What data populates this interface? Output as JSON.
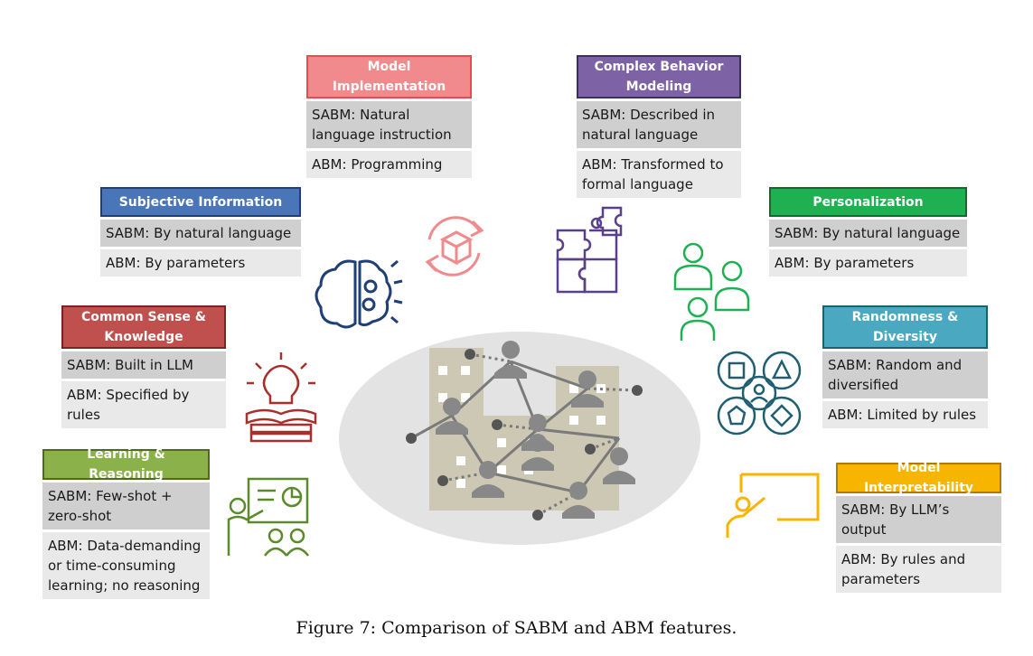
{
  "cards": {
    "model_implementation": {
      "title": "Model Implementation",
      "sabm": "SABM: Natural language instruction",
      "abm": "ABM: Programming",
      "color": "#f08a8c",
      "border": "#e84b52"
    },
    "complex_behavior": {
      "title": "Complex Behavior Modeling",
      "sabm": "SABM: Described in natural language",
      "abm": "ABM: Transformed to formal language",
      "color": "#7d63a6",
      "border": "#3a2f63"
    },
    "subjective_information": {
      "title": "Subjective Information",
      "sabm": "SABM: By natural language",
      "abm": "ABM: By parameters",
      "color": "#4a76b8",
      "border": "#1f3f76"
    },
    "personalization": {
      "title": "Personalization",
      "sabm": "SABM: By natural language",
      "abm": "ABM: By parameters",
      "color": "#1fb052",
      "border": "#0c6e2e"
    },
    "common_sense": {
      "title": "Common Sense & Knowledge",
      "sabm": "SABM: Built in LLM",
      "abm": "ABM: Specified by rules",
      "color": "#c0504d",
      "border": "#7a2422"
    },
    "randomness": {
      "title": "Randomness & Diversity",
      "sabm": "SABM: Random and diversified",
      "abm": "ABM: Limited by rules",
      "color": "#4aa8c0",
      "border": "#1f5f72"
    },
    "learning_reasoning": {
      "title": "Learning & Reasoning",
      "sabm": "SABM: Few-shot + zero-shot",
      "abm": "ABM: Data-demanding or time-consuming learning; no reasoning",
      "color": "#8ab14a",
      "border": "#4d6b1e"
    },
    "model_interpretability": {
      "title": "Model Interpretability",
      "sabm": "SABM: By LLM’s output",
      "abm": "ABM: By rules and parameters",
      "color": "#f7b500",
      "border": "#b07a00"
    }
  },
  "icons": [
    "refresh-box-icon",
    "puzzle-icon",
    "brain-gears-icon",
    "people-icon",
    "lightbulb-book-icon",
    "shapes-network-icon",
    "teacher-chart-icon",
    "presentation-pointer-icon",
    "city-network-illustration"
  ],
  "caption": "Figure 7: Comparison of SABM and ABM features."
}
